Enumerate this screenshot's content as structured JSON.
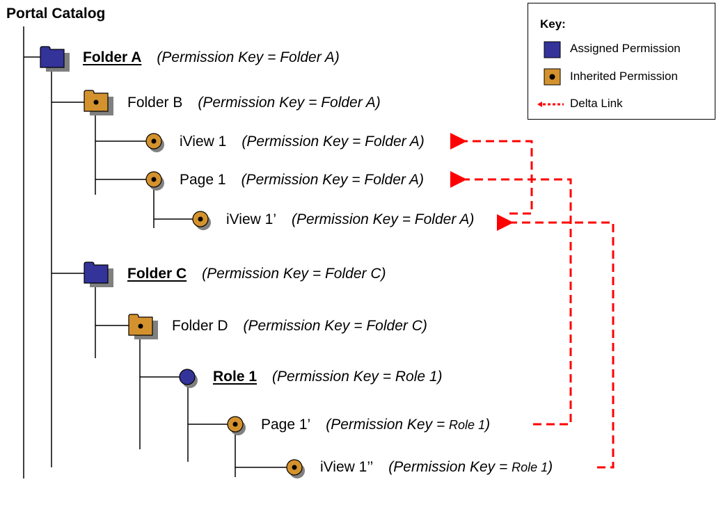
{
  "title": "Portal Catalog",
  "colors": {
    "assigned": "#333399",
    "inherited": "#D4922E",
    "shadow": "#808080",
    "delta_link": "#FF0000",
    "line": "#000000"
  },
  "legend": {
    "title": "Key:",
    "items": [
      {
        "icon": "assigned-square-icon",
        "label": "Assigned Permission"
      },
      {
        "icon": "inherited-square-dot-icon",
        "label": "Inherited Permission"
      },
      {
        "icon": "delta-link-arrow-icon",
        "label": "Delta Link"
      }
    ]
  },
  "nodes": [
    {
      "id": "folder-a",
      "name": "Folder A",
      "type": "folder",
      "permission": "assigned",
      "perm_prefix": "(Permission Key = ",
      "perm_value": "Folder A",
      "perm_suffix": ")"
    },
    {
      "id": "folder-b",
      "name": "Folder B",
      "type": "folder",
      "permission": "inherited",
      "perm_prefix": "(Permission Key = ",
      "perm_value": "Folder A",
      "perm_suffix": ")"
    },
    {
      "id": "iview-1",
      "name": "iView 1",
      "type": "object",
      "permission": "inherited",
      "perm_prefix": "(Permission Key = ",
      "perm_value": "Folder A",
      "perm_suffix": ")"
    },
    {
      "id": "page-1",
      "name": "Page 1",
      "type": "object",
      "permission": "inherited",
      "perm_prefix": "(Permission Key = ",
      "perm_value": "Folder A",
      "perm_suffix": ")"
    },
    {
      "id": "iview-1-prime",
      "name": "iView 1’",
      "type": "object",
      "permission": "inherited",
      "perm_prefix": "(Permission Key = ",
      "perm_value": "Folder A",
      "perm_suffix": ")"
    },
    {
      "id": "folder-c",
      "name": "Folder C",
      "type": "folder",
      "permission": "assigned",
      "perm_prefix": "(Permission Key = ",
      "perm_value": "Folder C",
      "perm_suffix": ")"
    },
    {
      "id": "folder-d",
      "name": "Folder D",
      "type": "folder",
      "permission": "inherited",
      "perm_prefix": "(Permission Key = ",
      "perm_value": "Folder C",
      "perm_suffix": ")"
    },
    {
      "id": "role-1",
      "name": "Role 1",
      "type": "object",
      "permission": "assigned",
      "perm_prefix": "(Permission Key = ",
      "perm_value": "Role 1",
      "perm_suffix": ")"
    },
    {
      "id": "page-1-prime",
      "name": "Page 1’",
      "type": "object",
      "permission": "inherited",
      "perm_prefix": "(Permission Key = ",
      "perm_value": "Role 1",
      "perm_suffix": ")"
    },
    {
      "id": "iview-1-double-prime",
      "name": "iView 1’’",
      "type": "object",
      "permission": "inherited",
      "perm_prefix": "(Permission Key = ",
      "perm_value": "Role 1",
      "perm_suffix": ")"
    }
  ],
  "delta_links": [
    {
      "from": "iview-1-prime",
      "to": "iview-1"
    },
    {
      "from": "page-1-prime",
      "to": "page-1"
    },
    {
      "from": "iview-1-double-prime",
      "to": "iview-1-prime"
    }
  ]
}
